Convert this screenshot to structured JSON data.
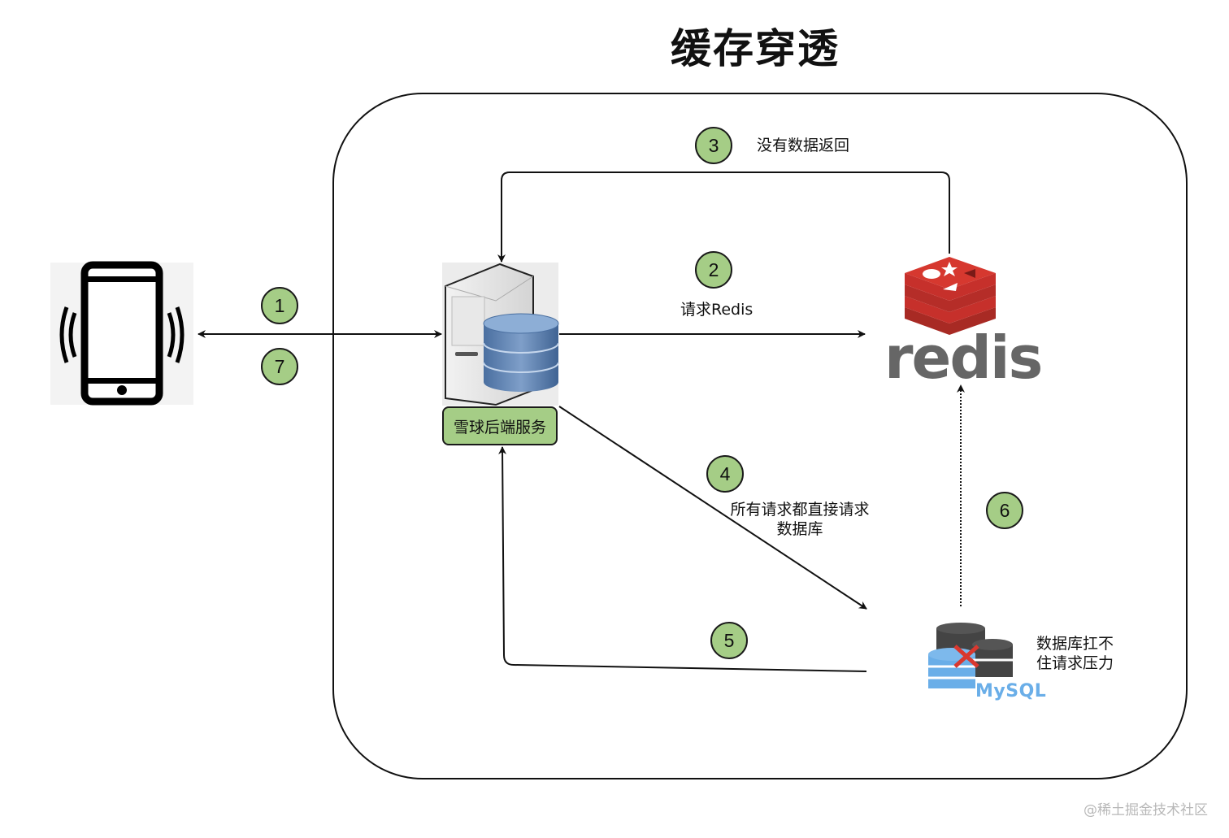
{
  "title": "缓存穿透",
  "nodes": {
    "client": {
      "icon": "mobile-phone-icon"
    },
    "backend": {
      "label": "雪球后端服务",
      "icon": "server-database-icon"
    },
    "redis": {
      "label": "redis",
      "icon": "redis-logo-icon"
    },
    "mysql": {
      "label": "MySQL",
      "icon": "mysql-database-icon",
      "note_line1": "数据库扛不",
      "note_line2": "住请求压力"
    }
  },
  "steps": [
    {
      "num": "1",
      "label": ""
    },
    {
      "num": "2",
      "label": "请求Redis"
    },
    {
      "num": "3",
      "label": "没有数据返回"
    },
    {
      "num": "4",
      "label_line1": "所有请求都直接请求",
      "label_line2": "数据库"
    },
    {
      "num": "5",
      "label": ""
    },
    {
      "num": "6",
      "label": ""
    },
    {
      "num": "7",
      "label": ""
    }
  ],
  "colors": {
    "step_fill": "#a5cd86",
    "redis_red": "#c6302b",
    "mysql_blue": "#6aaee8",
    "db_dark": "#444444"
  },
  "watermark": "@稀土掘金技术社区"
}
